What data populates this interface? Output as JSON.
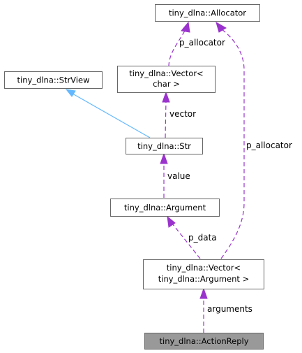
{
  "nodes": {
    "allocator": "tiny_dlna::Allocator",
    "vector_char_1": "tiny_dlna::Vector<",
    "vector_char_2": "char >",
    "strview": "tiny_dlna::StrView",
    "str": "tiny_dlna::Str",
    "argument": "tiny_dlna::Argument",
    "vector_arg_1": "tiny_dlna::Vector<",
    "vector_arg_2": "tiny_dlna::Argument >",
    "actionreply": "tiny_dlna::ActionReply"
  },
  "edges": {
    "p_allocator_1": "p_allocator",
    "p_allocator_2": "p_allocator",
    "vector": "vector",
    "value": "value",
    "p_data": "p_data",
    "arguments": "arguments"
  },
  "colors": {
    "usage_edge": "#9a32cd",
    "inheritance_edge": "#63b8ff",
    "focus_node": "#999999",
    "node_border": "#666666"
  }
}
